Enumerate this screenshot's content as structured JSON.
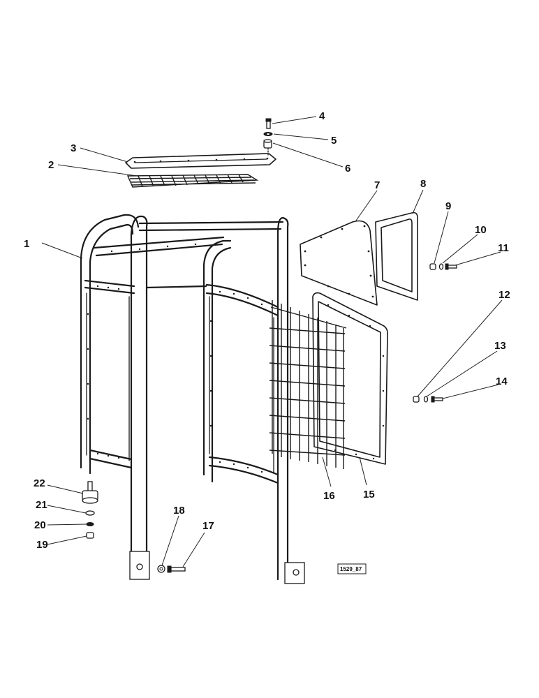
{
  "diagram": {
    "reference_code": "1529_87",
    "callouts": [
      {
        "num": "1",
        "part": "cab-frame"
      },
      {
        "num": "2",
        "part": "roof-mesh"
      },
      {
        "num": "3",
        "part": "roof-frame"
      },
      {
        "num": "4",
        "part": "bolt"
      },
      {
        "num": "5",
        "part": "washer"
      },
      {
        "num": "6",
        "part": "spacer"
      },
      {
        "num": "7",
        "part": "upper-side-panel"
      },
      {
        "num": "8",
        "part": "upper-panel-frame"
      },
      {
        "num": "9",
        "part": "nut"
      },
      {
        "num": "10",
        "part": "washer"
      },
      {
        "num": "11",
        "part": "bolt"
      },
      {
        "num": "12",
        "part": "nut"
      },
      {
        "num": "13",
        "part": "washer"
      },
      {
        "num": "14",
        "part": "bolt"
      },
      {
        "num": "15",
        "part": "lower-panel-frame"
      },
      {
        "num": "16",
        "part": "side-mesh"
      },
      {
        "num": "17",
        "part": "bolt"
      },
      {
        "num": "18",
        "part": "washer"
      },
      {
        "num": "19",
        "part": "nut"
      },
      {
        "num": "20",
        "part": "washer"
      },
      {
        "num": "21",
        "part": "washer"
      },
      {
        "num": "22",
        "part": "rubber-mount"
      }
    ]
  }
}
